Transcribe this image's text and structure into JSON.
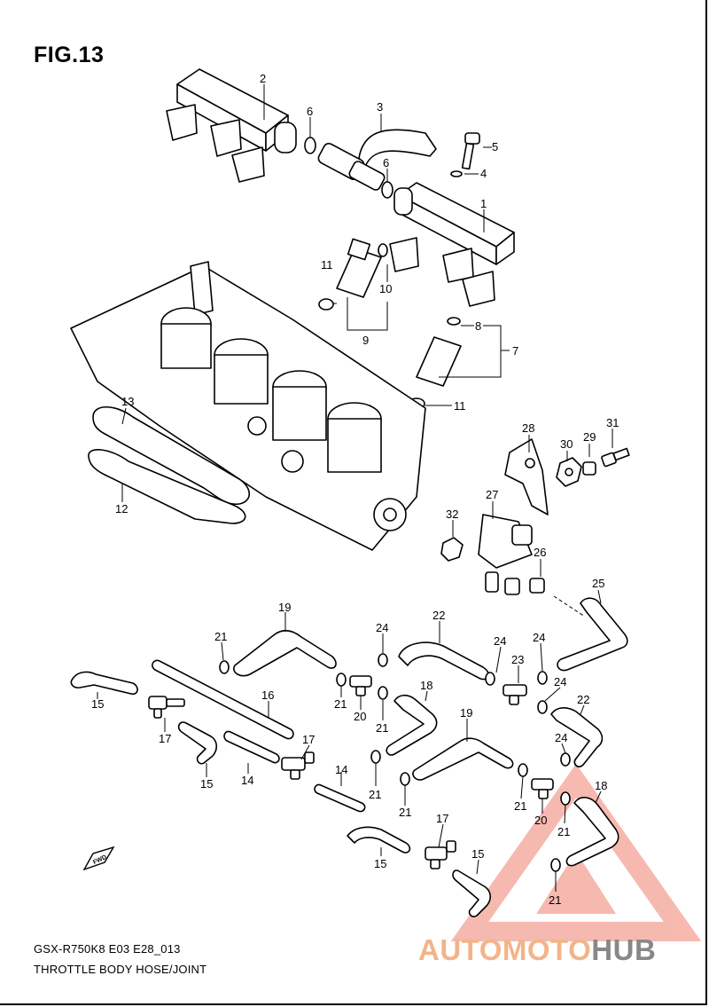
{
  "figure": {
    "title": "FIG.13"
  },
  "footer": {
    "model_code": "GSX-R750K8 E03 E28_013",
    "caption": "THROTTLE BODY HOSE/JOINT"
  },
  "watermark": {
    "text_a": "AUTOMOTO",
    "text_b": "HUB",
    "color_a": "#f2b48a",
    "color_b": "#888888",
    "logo": "warning-triangle"
  },
  "fwd_label": "FWD",
  "callouts": {
    "c1": "1",
    "c2": "2",
    "c3": "3",
    "c4": "4",
    "c5": "5",
    "c6a": "6",
    "c6b": "6",
    "c7": "7",
    "c8": "8",
    "c9": "9",
    "c10": "10",
    "c11a": "11",
    "c11b": "11",
    "c12": "12",
    "c13": "13",
    "c14a": "14",
    "c14b": "14",
    "c15a": "15",
    "c15b": "15",
    "c15c": "15",
    "c15d": "15",
    "c16": "16",
    "c17a": "17",
    "c17b": "17",
    "c17c": "17",
    "c18a": "18",
    "c18b": "18",
    "c19a": "19",
    "c19b": "19",
    "c20a": "20",
    "c20b": "20",
    "c21a": "21",
    "c21b": "21",
    "c21c": "21",
    "c21d": "21",
    "c21e": "21",
    "c21f": "21",
    "c21g": "21",
    "c21h": "21",
    "c22a": "22",
    "c22b": "22",
    "c23": "23",
    "c24a": "24",
    "c24b": "24",
    "c24c": "24",
    "c24d": "24",
    "c24e": "24",
    "c25": "25",
    "c26": "26",
    "c27": "27",
    "c28": "28",
    "c29": "29",
    "c30": "30",
    "c31": "31",
    "c32": "32"
  }
}
